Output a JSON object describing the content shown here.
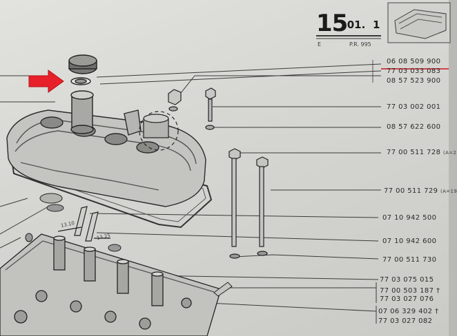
{
  "header": {
    "section_number": "15",
    "section_sub": ".01.",
    "section_index": "1",
    "lang_code": "E",
    "pr_code": "P.R. 995"
  },
  "parts": [
    {
      "number": "06 08 509 900",
      "suffix": "",
      "highlight": false
    },
    {
      "number": "77 03 033 083",
      "suffix": "",
      "highlight": true
    },
    {
      "number": "08 57 523 900",
      "suffix": "",
      "highlight": false
    },
    {
      "number": "77 03 002 001",
      "suffix": "",
      "highlight": false
    },
    {
      "number": "08 57 622 600",
      "suffix": "",
      "highlight": false
    },
    {
      "number": "77 00 511 728",
      "suffix": "(A=2",
      "highlight": false
    },
    {
      "number": "77 00 511 729",
      "suffix": "(A=19",
      "highlight": false
    },
    {
      "number": "07 10 942 500",
      "suffix": "",
      "highlight": false
    },
    {
      "number": "07 10 942 600",
      "suffix": "",
      "highlight": false
    },
    {
      "number": "77 00 511 730",
      "suffix": "",
      "highlight": false
    },
    {
      "number": "77 03 075 015",
      "suffix": "",
      "highlight": false
    },
    {
      "number": "77 00 503 187",
      "suffix": "†",
      "highlight": false
    },
    {
      "number": "77 03 027 076",
      "suffix": "",
      "highlight": false
    },
    {
      "number": "07 06 329 402",
      "suffix": "†",
      "highlight": false
    },
    {
      "number": "77 03 027 082",
      "suffix": "",
      "highlight": false
    }
  ],
  "dimensions": {
    "dim_a": "13.10",
    "dim_b": "13.25"
  },
  "colors": {
    "paper": "#dcdcd8",
    "ink": "#2a2a2a",
    "arrow": "#e8202a",
    "underline": "#d0141e"
  }
}
